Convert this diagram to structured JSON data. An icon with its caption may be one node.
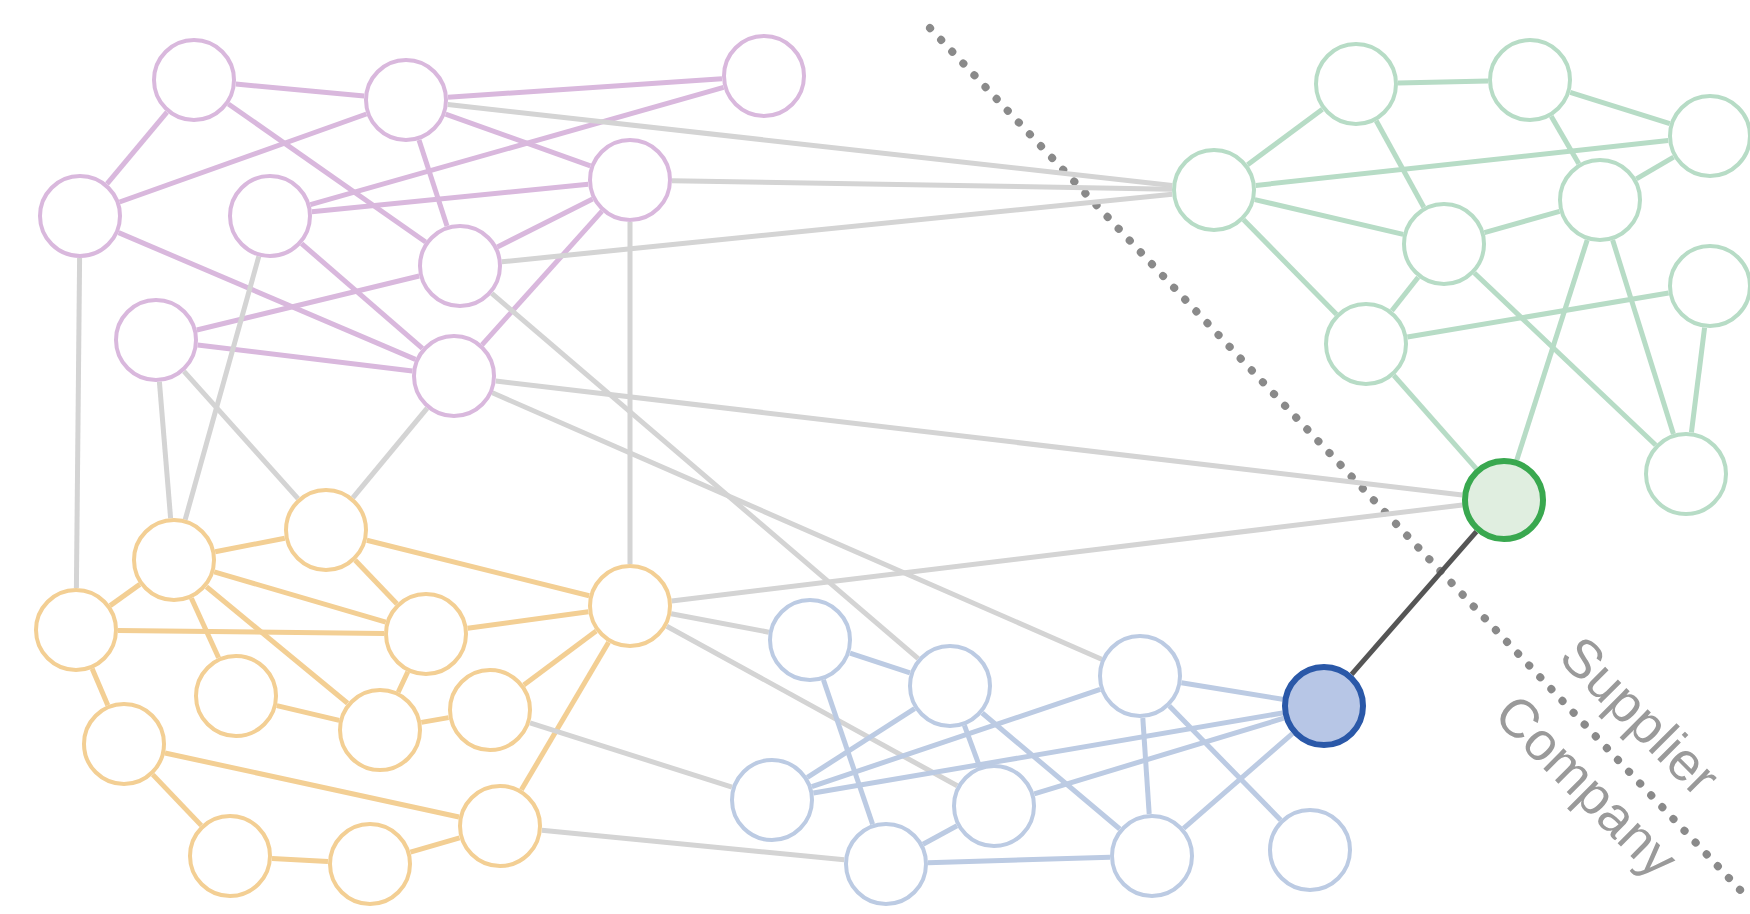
{
  "diagram": {
    "nodes": [
      {
        "text": [],
        "shape": "circle"
      },
      {
        "text": [],
        "shape": "circle"
      },
      {
        "text": [],
        "shape": "circle"
      },
      {
        "text": [],
        "shape": "circle"
      },
      {
        "text": [],
        "shape": "circle"
      },
      {
        "text": [],
        "shape": "circle"
      },
      {
        "text": [],
        "shape": "circle"
      },
      {
        "text": [],
        "shape": "circle"
      },
      {
        "text": [],
        "shape": "circle"
      },
      {
        "text": [],
        "shape": "circle"
      },
      {
        "text": [],
        "shape": "circle"
      },
      {
        "text": [],
        "shape": "circle"
      },
      {
        "text": [],
        "shape": "circle"
      },
      {
        "text": [],
        "shape": "circle"
      },
      {
        "text": [],
        "shape": "circle"
      },
      {
        "text": [],
        "shape": "circle"
      },
      {
        "text": [],
        "shape": "circle"
      },
      {
        "text": [],
        "shape": "circle"
      },
      {
        "text": [],
        "shape": "circle"
      },
      {
        "text": [],
        "shape": "circle"
      },
      {
        "text": [],
        "shape": "circle"
      },
      {
        "text": [],
        "shape": "circle"
      },
      {
        "text": [],
        "shape": "circle"
      },
      {
        "text": [],
        "shape": "circle"
      },
      {
        "text": [],
        "shape": "circle"
      },
      {
        "text": [],
        "shape": "circle"
      },
      {
        "text": [],
        "shape": "circle"
      },
      {
        "text": [],
        "shape": "circle"
      },
      {
        "text": [],
        "shape": "circle"
      },
      {
        "text": [],
        "shape": "circle"
      },
      {
        "text": [],
        "shape": "circle"
      },
      {
        "text": [],
        "shape": "circle"
      },
      {
        "text": [],
        "shape": "circle"
      },
      {
        "text": [],
        "shape": "circle"
      },
      {
        "text": [],
        "shape": "circle"
      },
      {
        "text": [],
        "shape": "circle"
      },
      {
        "text": [],
        "shape": "circle"
      },
      {
        "text": [],
        "shape": "circle"
      },
      {
        "text": [],
        "shape": "circle"
      },
      {
        "text": [],
        "shape": "circle"
      }
    ],
    "edges": [
      {
        "from": 0,
        "to": 1,
        "arrow": "none",
        "color": "#d9b8dd"
      },
      {
        "from": 0,
        "to": 3,
        "arrow": "none",
        "color": "#d9b8dd"
      },
      {
        "from": 0,
        "to": 6,
        "arrow": "none",
        "color": "#d9b8dd"
      },
      {
        "from": 1,
        "to": 2,
        "arrow": "none",
        "color": "#d9b8dd"
      },
      {
        "from": 1,
        "to": 3,
        "arrow": "none",
        "color": "#d9b8dd"
      },
      {
        "from": 1,
        "to": 5,
        "arrow": "none",
        "color": "#d9b8dd"
      },
      {
        "from": 1,
        "to": 6,
        "arrow": "none",
        "color": "#d9b8dd"
      },
      {
        "from": 2,
        "to": 4,
        "arrow": "none",
        "color": "#d9b8dd"
      },
      {
        "from": 4,
        "to": 5,
        "arrow": "none",
        "color": "#d9b8dd"
      },
      {
        "from": 3,
        "to": 8,
        "arrow": "none",
        "color": "#d9b8dd"
      },
      {
        "from": 4,
        "to": 8,
        "arrow": "none",
        "color": "#d9b8dd"
      },
      {
        "from": 7,
        "to": 6,
        "arrow": "none",
        "color": "#d9b8dd"
      },
      {
        "from": 7,
        "to": 8,
        "arrow": "none",
        "color": "#d9b8dd"
      },
      {
        "from": 6,
        "to": 5,
        "arrow": "none",
        "color": "#d9b8dd"
      },
      {
        "from": 8,
        "to": 5,
        "arrow": "none",
        "color": "#d9b8dd"
      },
      {
        "from": 1,
        "to": 9,
        "arrow": "none",
        "color": "#d4d4d4"
      },
      {
        "from": 5,
        "to": 9,
        "arrow": "none",
        "color": "#d4d4d4"
      },
      {
        "from": 6,
        "to": 9,
        "arrow": "none",
        "color": "#d4d4d4"
      },
      {
        "from": 8,
        "to": 17,
        "arrow": "none",
        "color": "#d4d4d4"
      },
      {
        "from": 8,
        "to": 33,
        "arrow": "none",
        "color": "#d4d4d4"
      },
      {
        "from": 6,
        "to": 32,
        "arrow": "none",
        "color": "#d4d4d4"
      },
      {
        "from": 5,
        "to": 23,
        "arrow": "none",
        "color": "#d4d4d4"
      },
      {
        "from": 3,
        "to": 19,
        "arrow": "none",
        "color": "#d4d4d4"
      },
      {
        "from": 7,
        "to": 20,
        "arrow": "none",
        "color": "#d4d4d4"
      },
      {
        "from": 4,
        "to": 20,
        "arrow": "none",
        "color": "#d4d4d4"
      },
      {
        "from": 7,
        "to": 21,
        "arrow": "none",
        "color": "#d4d4d4"
      },
      {
        "from": 8,
        "to": 21,
        "arrow": "none",
        "color": "#d4d4d4"
      },
      {
        "from": 9,
        "to": 10,
        "arrow": "none",
        "color": "#b7dcc6"
      },
      {
        "from": 10,
        "to": 11,
        "arrow": "none",
        "color": "#b7dcc6"
      },
      {
        "from": 11,
        "to": 12,
        "arrow": "none",
        "color": "#b7dcc6"
      },
      {
        "from": 9,
        "to": 12,
        "arrow": "none",
        "color": "#b7dcc6"
      },
      {
        "from": 10,
        "to": 13,
        "arrow": "none",
        "color": "#b7dcc6"
      },
      {
        "from": 9,
        "to": 13,
        "arrow": "none",
        "color": "#b7dcc6"
      },
      {
        "from": 9,
        "to": 16,
        "arrow": "none",
        "color": "#b7dcc6"
      },
      {
        "from": 13,
        "to": 14,
        "arrow": "none",
        "color": "#b7dcc6"
      },
      {
        "from": 14,
        "to": 12,
        "arrow": "none",
        "color": "#b7dcc6"
      },
      {
        "from": 11,
        "to": 14,
        "arrow": "none",
        "color": "#b7dcc6"
      },
      {
        "from": 13,
        "to": 16,
        "arrow": "none",
        "color": "#b7dcc6"
      },
      {
        "from": 16,
        "to": 15,
        "arrow": "none",
        "color": "#b7dcc6"
      },
      {
        "from": 16,
        "to": 17,
        "arrow": "none",
        "color": "#b7dcc6"
      },
      {
        "from": 14,
        "to": 17,
        "arrow": "none",
        "color": "#b7dcc6"
      },
      {
        "from": 13,
        "to": 18,
        "arrow": "none",
        "color": "#b7dcc6"
      },
      {
        "from": 14,
        "to": 18,
        "arrow": "none",
        "color": "#b7dcc6"
      },
      {
        "from": 15,
        "to": 18,
        "arrow": "none",
        "color": "#b7dcc6"
      },
      {
        "from": 17,
        "to": 23,
        "arrow": "none",
        "color": "#d4d4d4"
      },
      {
        "from": 17,
        "to": 34,
        "arrow": "none",
        "color": "#555555"
      },
      {
        "from": 19,
        "to": 20,
        "arrow": "none",
        "color": "#f3cf94"
      },
      {
        "from": 20,
        "to": 21,
        "arrow": "none",
        "color": "#f3cf94"
      },
      {
        "from": 19,
        "to": 22,
        "arrow": "none",
        "color": "#f3cf94"
      },
      {
        "from": 20,
        "to": 22,
        "arrow": "none",
        "color": "#f3cf94"
      },
      {
        "from": 21,
        "to": 23,
        "arrow": "none",
        "color": "#f3cf94"
      },
      {
        "from": 21,
        "to": 22,
        "arrow": "none",
        "color": "#f3cf94"
      },
      {
        "from": 20,
        "to": 25,
        "arrow": "none",
        "color": "#f3cf94"
      },
      {
        "from": 20,
        "to": 24,
        "arrow": "none",
        "color": "#f3cf94"
      },
      {
        "from": 22,
        "to": 23,
        "arrow": "none",
        "color": "#f3cf94"
      },
      {
        "from": 23,
        "to": 26,
        "arrow": "none",
        "color": "#f3cf94"
      },
      {
        "from": 23,
        "to": 30,
        "arrow": "none",
        "color": "#f3cf94"
      },
      {
        "from": 24,
        "to": 25,
        "arrow": "none",
        "color": "#f3cf94"
      },
      {
        "from": 22,
        "to": 25,
        "arrow": "none",
        "color": "#f3cf94"
      },
      {
        "from": 19,
        "to": 27,
        "arrow": "none",
        "color": "#f3cf94"
      },
      {
        "from": 27,
        "to": 30,
        "arrow": "none",
        "color": "#f3cf94"
      },
      {
        "from": 27,
        "to": 28,
        "arrow": "none",
        "color": "#f3cf94"
      },
      {
        "from": 28,
        "to": 29,
        "arrow": "none",
        "color": "#f3cf94"
      },
      {
        "from": 29,
        "to": 30,
        "arrow": "none",
        "color": "#f3cf94"
      },
      {
        "from": 25,
        "to": 26,
        "arrow": "none",
        "color": "#f3cf94"
      },
      {
        "from": 23,
        "to": 31,
        "arrow": "none",
        "color": "#d4d4d4"
      },
      {
        "from": 23,
        "to": 36,
        "arrow": "none",
        "color": "#d4d4d4"
      },
      {
        "from": 26,
        "to": 35,
        "arrow": "none",
        "color": "#d4d4d4"
      },
      {
        "from": 30,
        "to": 37,
        "arrow": "none",
        "color": "#d4d4d4"
      },
      {
        "from": 31,
        "to": 32,
        "arrow": "none",
        "color": "#bccbe3"
      },
      {
        "from": 31,
        "to": 37,
        "arrow": "none",
        "color": "#bccbe3"
      },
      {
        "from": 32,
        "to": 35,
        "arrow": "none",
        "color": "#bccbe3"
      },
      {
        "from": 32,
        "to": 38,
        "arrow": "none",
        "color": "#bccbe3"
      },
      {
        "from": 35,
        "to": 33,
        "arrow": "none",
        "color": "#bccbe3"
      },
      {
        "from": 35,
        "to": 34,
        "arrow": "none",
        "color": "#bccbe3"
      },
      {
        "from": 36,
        "to": 34,
        "arrow": "none",
        "color": "#bccbe3"
      },
      {
        "from": 33,
        "to": 34,
        "arrow": "none",
        "color": "#bccbe3"
      },
      {
        "from": 33,
        "to": 38,
        "arrow": "none",
        "color": "#bccbe3"
      },
      {
        "from": 33,
        "to": 39,
        "arrow": "none",
        "color": "#bccbe3"
      },
      {
        "from": 38,
        "to": 34,
        "arrow": "none",
        "color": "#bccbe3"
      },
      {
        "from": 37,
        "to": 38,
        "arrow": "none",
        "color": "#bccbe3"
      },
      {
        "from": 37,
        "to": 36,
        "arrow": "none",
        "color": "#bccbe3"
      },
      {
        "from": 32,
        "to": 36,
        "arrow": "none",
        "color": "#bccbe3"
      }
    ],
    "labels": [
      "Supplier",
      "Company"
    ]
  }
}
